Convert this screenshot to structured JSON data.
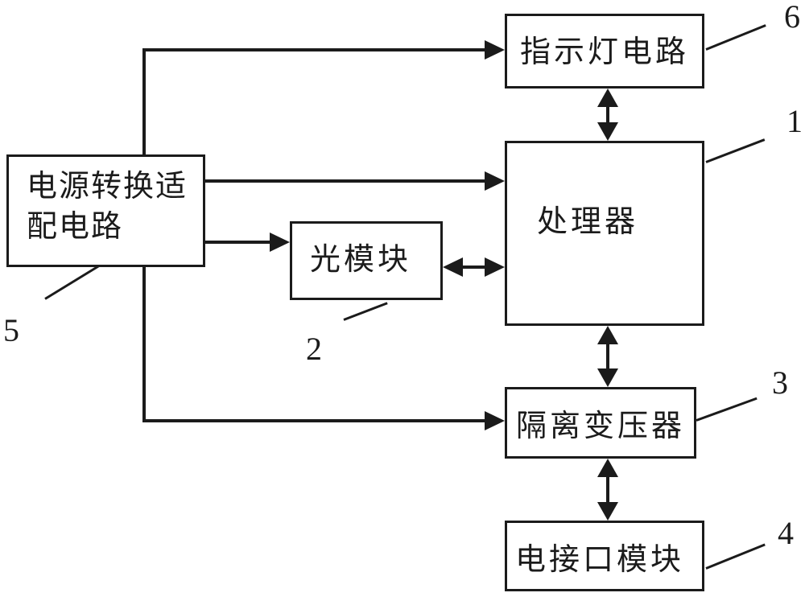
{
  "figure": {
    "type": "block-diagram",
    "description": "Patent-style block diagram of an optical/electrical interface device",
    "colors": {
      "background": "#ffffff",
      "line": "#1b1b1b"
    }
  },
  "nodes": {
    "indicator": {
      "label": "指示灯电路",
      "ref": "6"
    },
    "processor": {
      "label": "处理器",
      "ref": "1"
    },
    "power": {
      "label": "电源转换适配电路",
      "line1": "电源转换适",
      "line2": "配电路",
      "ref": "5"
    },
    "optical": {
      "label": "光模块",
      "ref": "2"
    },
    "transformer": {
      "label": "隔离变压器",
      "ref": "3"
    },
    "interface": {
      "label": "电接口模块",
      "ref": "4"
    }
  },
  "connections": [
    {
      "from": "power",
      "to": "indicator",
      "type": "arrow",
      "route": "up-then-right"
    },
    {
      "from": "power",
      "to": "processor",
      "type": "arrow",
      "route": "right"
    },
    {
      "from": "power",
      "to": "optical",
      "type": "arrow",
      "route": "right"
    },
    {
      "from": "power",
      "to": "transformer",
      "type": "arrow",
      "route": "down-then-right"
    },
    {
      "from": "optical",
      "to": "processor",
      "type": "bidirectional",
      "route": "right"
    },
    {
      "from": "indicator",
      "to": "processor",
      "type": "bidirectional",
      "route": "down"
    },
    {
      "from": "processor",
      "to": "transformer",
      "type": "bidirectional",
      "route": "down"
    },
    {
      "from": "transformer",
      "to": "interface",
      "type": "bidirectional",
      "route": "down"
    }
  ]
}
